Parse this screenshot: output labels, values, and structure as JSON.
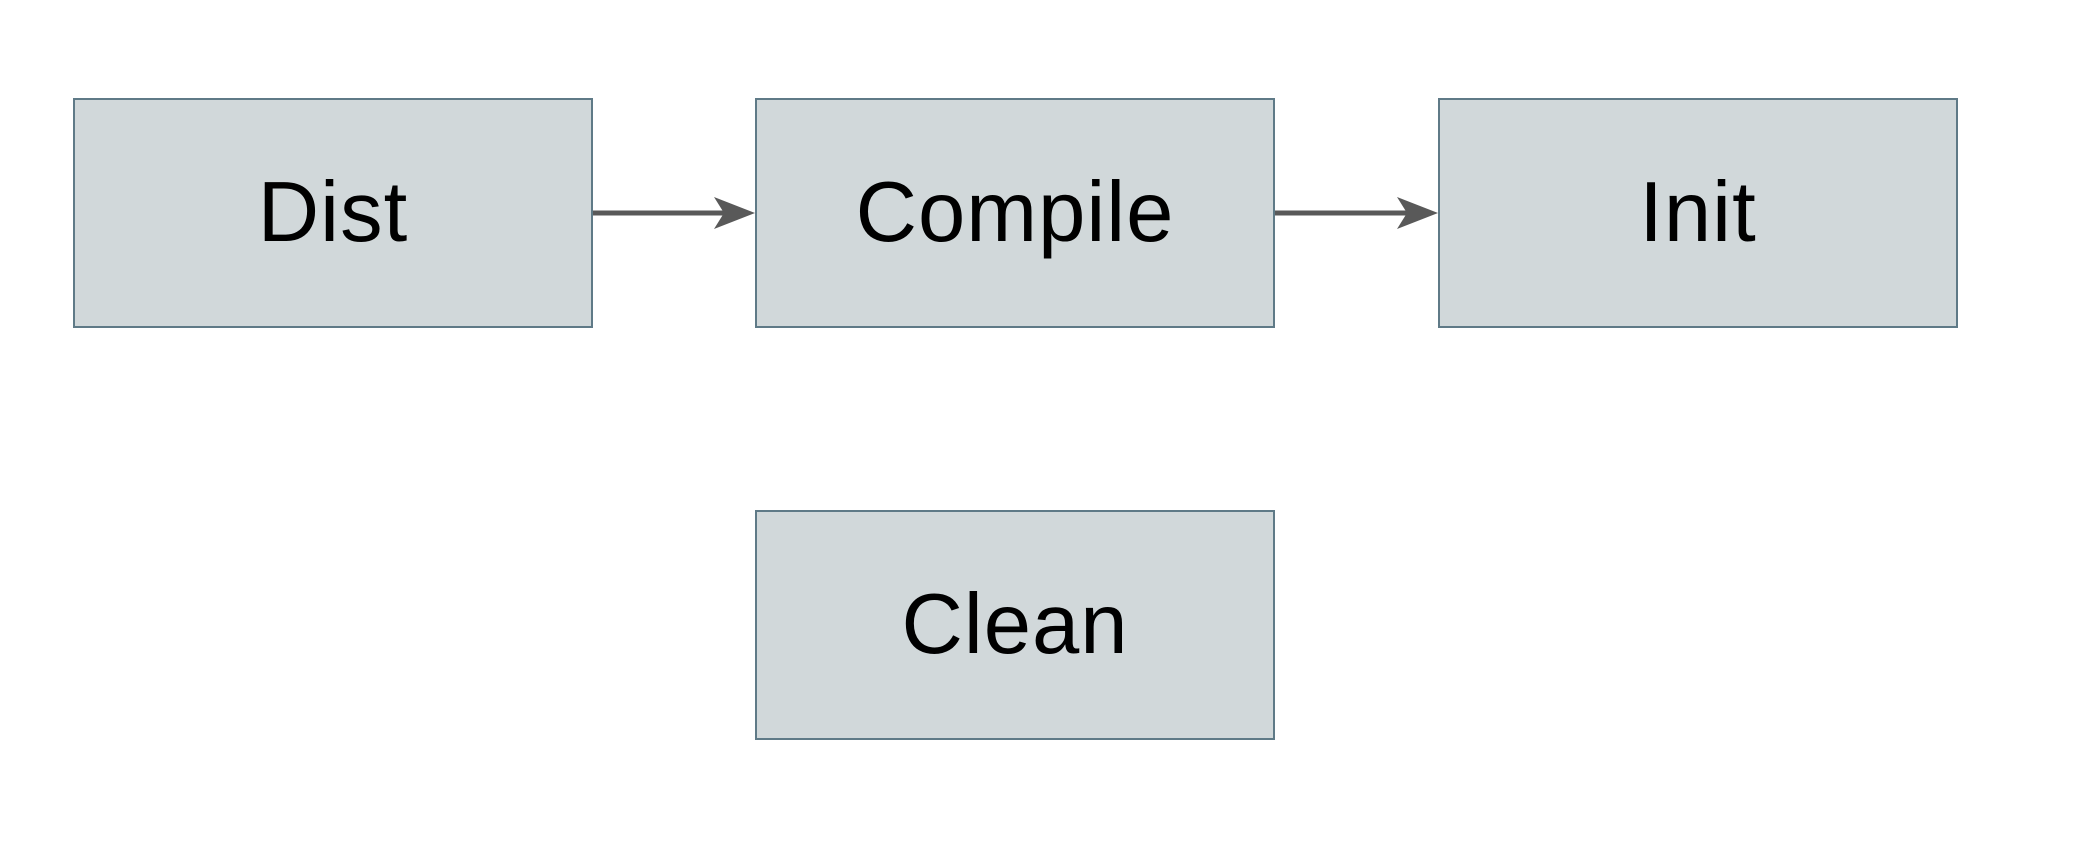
{
  "diagram": {
    "title": "build-targets-flowchart",
    "nodes": [
      {
        "id": "dist",
        "label": "Dist"
      },
      {
        "id": "compile",
        "label": "Compile"
      },
      {
        "id": "init",
        "label": "Init"
      },
      {
        "id": "clean",
        "label": "Clean"
      }
    ],
    "edges": [
      {
        "from": "dist",
        "to": "compile",
        "direction": "right"
      },
      {
        "from": "compile",
        "to": "init",
        "direction": "right"
      }
    ]
  },
  "colors": {
    "background": "#ffffff",
    "node_fill": "#d1d8da",
    "node_border": "#5f7a87",
    "label_text": "#000000",
    "arrow": "#595959"
  }
}
